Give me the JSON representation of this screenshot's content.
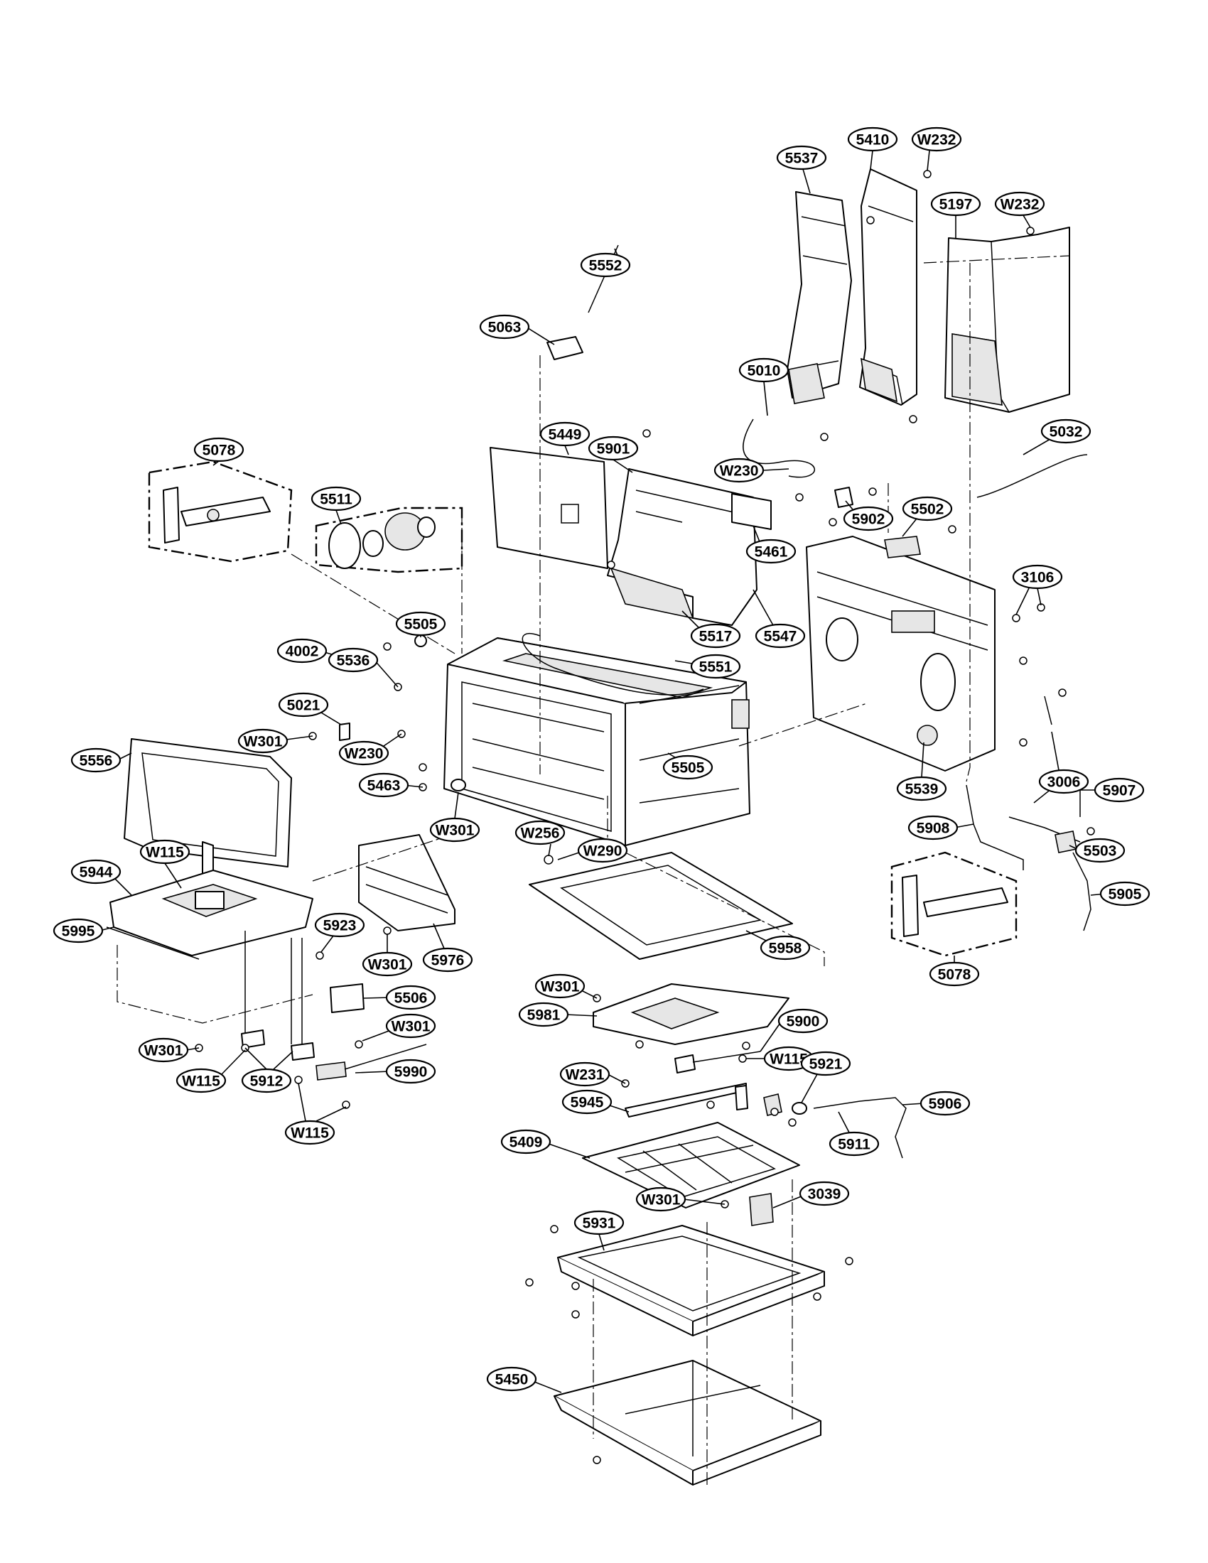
{
  "labels": [
    {
      "id": "5410",
      "text": "5410"
    },
    {
      "id": "W232a",
      "text": "W232"
    },
    {
      "id": "5537",
      "text": "5537"
    },
    {
      "id": "5197",
      "text": "5197"
    },
    {
      "id": "W232b",
      "text": "W232"
    },
    {
      "id": "5552",
      "text": "5552"
    },
    {
      "id": "5063",
      "text": "5063"
    },
    {
      "id": "5010",
      "text": "5010"
    },
    {
      "id": "5449",
      "text": "5449"
    },
    {
      "id": "5901",
      "text": "5901"
    },
    {
      "id": "5032",
      "text": "5032"
    },
    {
      "id": "W230a",
      "text": "W230"
    },
    {
      "id": "5078a",
      "text": "5078"
    },
    {
      "id": "5511",
      "text": "5511"
    },
    {
      "id": "5902",
      "text": "5902"
    },
    {
      "id": "5502",
      "text": "5502"
    },
    {
      "id": "5461",
      "text": "5461"
    },
    {
      "id": "3106",
      "text": "3106"
    },
    {
      "id": "5505a",
      "text": "5505"
    },
    {
      "id": "4002",
      "text": "4002"
    },
    {
      "id": "5517",
      "text": "5517"
    },
    {
      "id": "5547",
      "text": "5547"
    },
    {
      "id": "5551",
      "text": "5551"
    },
    {
      "id": "5536",
      "text": "5536"
    },
    {
      "id": "5021",
      "text": "5021"
    },
    {
      "id": "W301a",
      "text": "W301"
    },
    {
      "id": "W230b",
      "text": "W230"
    },
    {
      "id": "5556",
      "text": "5556"
    },
    {
      "id": "5505b",
      "text": "5505"
    },
    {
      "id": "5539",
      "text": "5539"
    },
    {
      "id": "3006",
      "text": "3006"
    },
    {
      "id": "5463",
      "text": "5463"
    },
    {
      "id": "5907",
      "text": "5907"
    },
    {
      "id": "W301b",
      "text": "W301"
    },
    {
      "id": "W256",
      "text": "W256"
    },
    {
      "id": "5908",
      "text": "5908"
    },
    {
      "id": "W115a",
      "text": "W115"
    },
    {
      "id": "W290",
      "text": "W290"
    },
    {
      "id": "5503",
      "text": "5503"
    },
    {
      "id": "5944",
      "text": "5944"
    },
    {
      "id": "5905",
      "text": "5905"
    },
    {
      "id": "5923",
      "text": "5923"
    },
    {
      "id": "5995",
      "text": "5995"
    },
    {
      "id": "5958",
      "text": "5958"
    },
    {
      "id": "W301c",
      "text": "W301"
    },
    {
      "id": "5976",
      "text": "5976"
    },
    {
      "id": "5078b",
      "text": "5078"
    },
    {
      "id": "W301d",
      "text": "W301"
    },
    {
      "id": "5506",
      "text": "5506"
    },
    {
      "id": "5981",
      "text": "5981"
    },
    {
      "id": "W301e",
      "text": "W301"
    },
    {
      "id": "5900",
      "text": "5900"
    },
    {
      "id": "W301f",
      "text": "W301"
    },
    {
      "id": "W115b",
      "text": "W115"
    },
    {
      "id": "5990",
      "text": "5990"
    },
    {
      "id": "W115c",
      "text": "W115"
    },
    {
      "id": "W115d",
      "text": "W115"
    },
    {
      "id": "5912",
      "text": "5912"
    },
    {
      "id": "W231",
      "text": "W231"
    },
    {
      "id": "5921",
      "text": "5921"
    },
    {
      "id": "5945",
      "text": "5945"
    },
    {
      "id": "5906",
      "text": "5906"
    },
    {
      "id": "W115e",
      "text": "W115"
    },
    {
      "id": "5911",
      "text": "5911"
    },
    {
      "id": "5409",
      "text": "5409"
    },
    {
      "id": "W301g",
      "text": "W301"
    },
    {
      "id": "3039",
      "text": "3039"
    },
    {
      "id": "5931",
      "text": "5931"
    },
    {
      "id": "5450",
      "text": "5450"
    }
  ]
}
